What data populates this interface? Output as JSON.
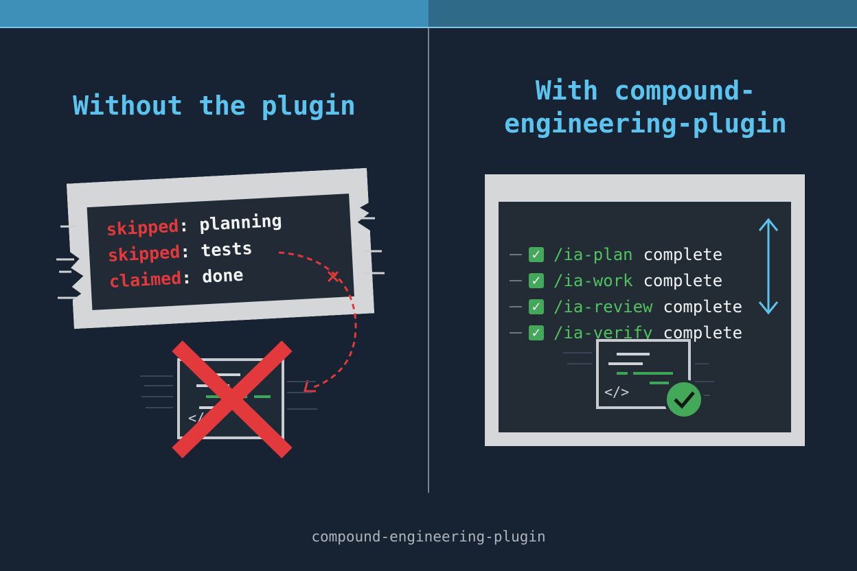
{
  "headings": {
    "left": "Without the plugin",
    "right": "With compound-engineering-plugin"
  },
  "broken_log": [
    {
      "key": "skipped",
      "sep": ":",
      "value": "planning"
    },
    {
      "key": "skipped",
      "sep": ":",
      "value": "tests"
    },
    {
      "key": "claimed",
      "sep": ":",
      "value": "done"
    }
  ],
  "steps": [
    {
      "command": "/ia-plan",
      "status": "complete"
    },
    {
      "command": "/ia-work",
      "status": "complete"
    },
    {
      "command": "/ia-review",
      "status": "complete"
    },
    {
      "command": "/ia-verify",
      "status": "complete"
    }
  ],
  "code_icon_glyph": "</>",
  "check_glyph": "✓",
  "footer": "compound-engineering-plugin",
  "icons": [
    "failed-file-icon",
    "cross-out-icon",
    "dashed-arrow-icon",
    "double-arrow-icon",
    "code-window-icon",
    "check-badge-icon",
    "checkbox-icon"
  ],
  "colors": {
    "background": "#172233",
    "heading": "#5cc3ef",
    "error": "#e2393d",
    "success": "#4fc25f",
    "top_bar_left": "#3f90b8",
    "top_bar_right": "#2f6a88"
  }
}
